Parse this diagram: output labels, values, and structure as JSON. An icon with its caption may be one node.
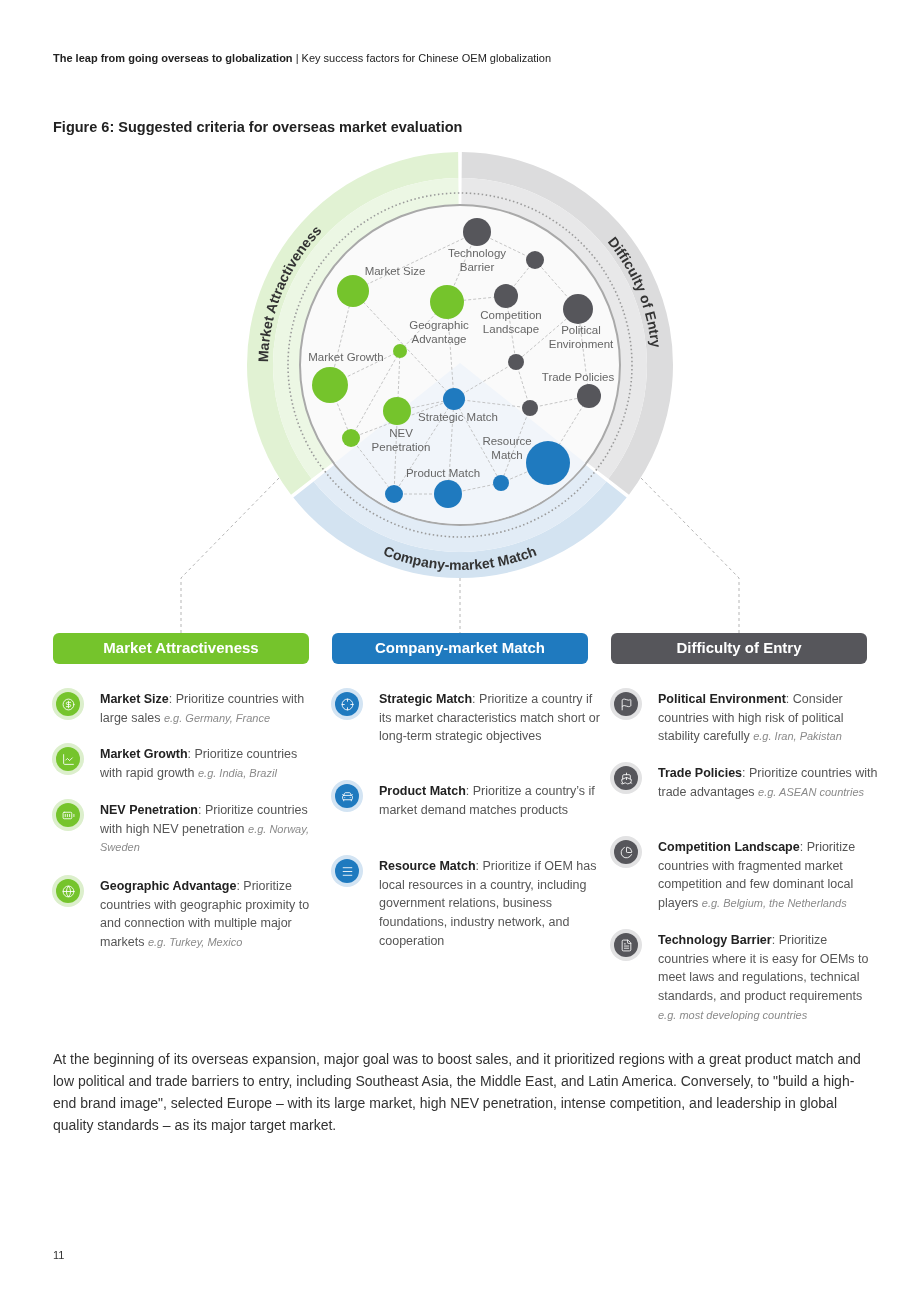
{
  "diagram": {
    "title": "Figure 6: Suggested criteria for overseas market evaluation",
    "nodes": [
      {
        "text": [
          "Market Attractiveness"
        ]
      },
      {
        "text": [
          "Difficulty of Entry"
        ]
      },
      {
        "text": [
          "Company-market Match"
        ]
      },
      {
        "text": [
          "Market Attractiveness"
        ]
      },
      {
        "text": [
          "Company-market Match"
        ]
      },
      {
        "text": [
          "Difficulty of Entry"
        ]
      }
    ],
    "edges": [
      {
        "from": 0,
        "to": 3,
        "arrow": "none",
        "style": "dashed"
      },
      {
        "from": 2,
        "to": 4,
        "arrow": "none",
        "style": "dashed"
      },
      {
        "from": 1,
        "to": 5,
        "arrow": "none",
        "style": "dashed"
      }
    ],
    "labels": [
      "**The leap from going overseas to globalization** | Key success factors for Chinese OEM globalization",
      "Technology Barrier",
      "Market Size",
      "Geographic Advantage",
      "Competition Landscape",
      "Political Environment",
      "Market Growth",
      "Trade Policies",
      "Strategic Match",
      "NEV Penetration",
      "Resource Match",
      "Product Match",
      "**Market Size**: Prioritize countries with large sales *e.g. Germany, France*",
      "**Market Growth**: Prioritize countries with rapid growth *e.g. India, Brazil*",
      "**NEV Penetration**: Prioritize countries with high NEV penetration *e.g. Norway, Sweden*",
      "**Geographic Advantage**: Prioritize countries with geographic proximity to and connection with multiple major markets *e.g. Turkey, Mexico*",
      "**Strategic Match**: Prioritize a country if its market characteristics match short or long-term strategic objectives",
      "**Product Match**: Prioritize a country’s if market demand matches products",
      "**Resource Match**: Prioritize if OEM has local resources in a country, including government relations, business foundations, industry network, and cooperation",
      "**Political Environment**: Consider countries with high risk of political stability carefully *e.g. Iran, Pakistan*",
      "**Trade Policies**: Prioritize countries with trade advantages *e.g. ASEAN countries*",
      "**Competition Landscape**: Prioritize countries with fragmented market competition and few dominant local players *e.g. Belgium, the Netherlands*",
      "**Technology Barrier**: Prioritize countries where it is easy for OEMs to meet laws and regulations, technical standards, and product requirements *e.g. most developing countries*",
      "At the beginning of its overseas expansion, major goal was to boost sales, and it prioritized regions with a great product match and low political and trade barriers to entry, including Southeast Asia, the Middle East, and Latin America. Conversely, to \"build a high-end brand image\", selected Europe – with its large market, high NEV penetration, intense competition, and leadership in global quality standards – as its major target market.",
      "11"
    ]
  }
}
